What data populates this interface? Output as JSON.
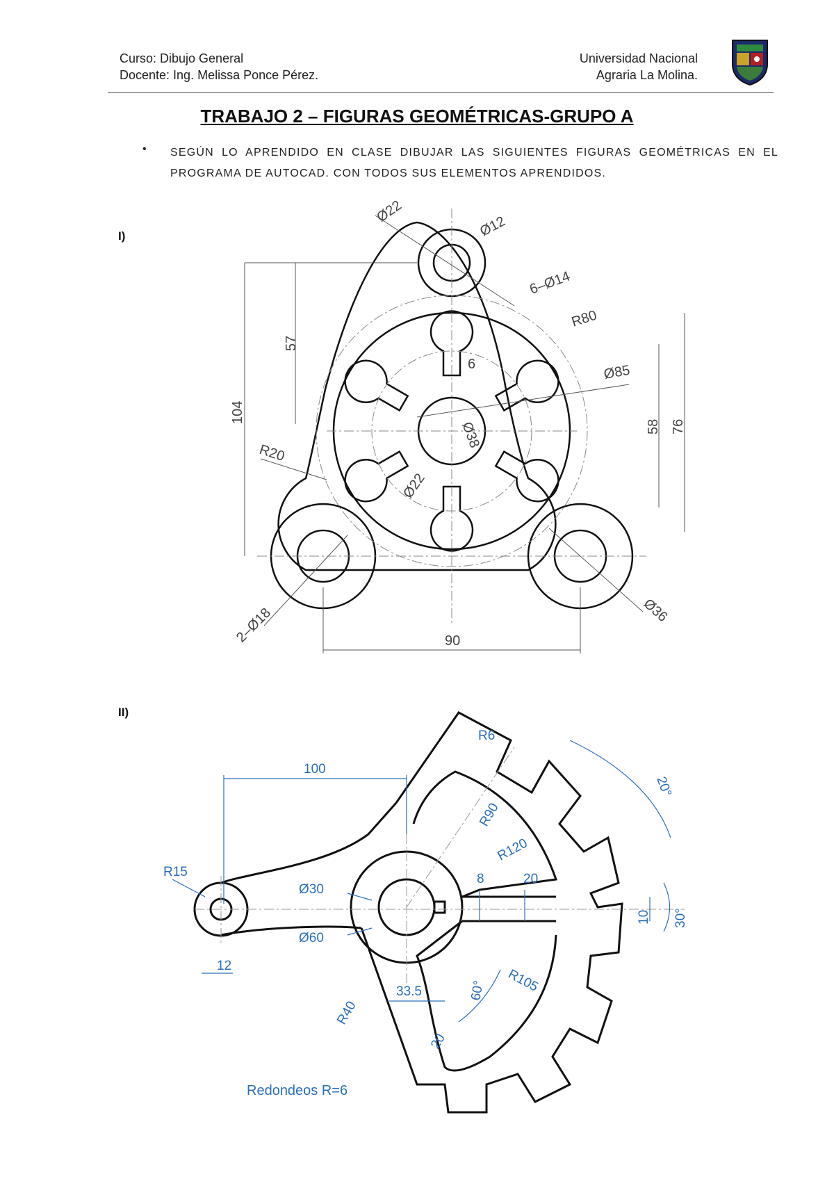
{
  "header": {
    "course": "Curso: Dibujo General",
    "teacher": "Docente: Ing. Melissa Ponce Pérez.",
    "university_line1": "Universidad Nacional",
    "university_line2": "Agraria La Molina."
  },
  "title": "TRABAJO 2 – FIGURAS GEOMÉTRICAS-GRUPO A",
  "instruction": "SEGÚN LO APRENDIDO EN CLASE DIBUJAR LAS SIGUIENTES FIGURAS GEOMÉTRICAS EN EL PROGRAMA DE AUTOCAD. CON TODOS SUS ELEMENTOS APRENDIDOS.",
  "figure1": {
    "label": "I)",
    "dims": {
      "d22_top": "Ø22",
      "d12": "Ø12",
      "holes6": "6–Ø14",
      "r80": "R80",
      "v57": "57",
      "v104": "104",
      "slot6": "6",
      "d85": "Ø85",
      "v58": "58",
      "v76": "76",
      "r20": "R20",
      "d38": "Ø38",
      "d22_in": "Ø22",
      "holes2": "2–Ø18",
      "d36": "Ø36",
      "h90": "90"
    }
  },
  "figure2": {
    "label": "II)",
    "dims": {
      "r6": "R6",
      "a20": "20°",
      "h100": "100",
      "r90": "R90",
      "r120": "R120",
      "r15": "R15",
      "d30": "Ø30",
      "v8": "8",
      "v20a": "20",
      "v10": "10",
      "a30": "30°",
      "d60": "Ø60",
      "v12": "12",
      "r105": "R105",
      "a60": "60°",
      "r40": "R40",
      "v33": "33.5",
      "v20b": "20"
    },
    "note": "Redondeos R=6"
  }
}
